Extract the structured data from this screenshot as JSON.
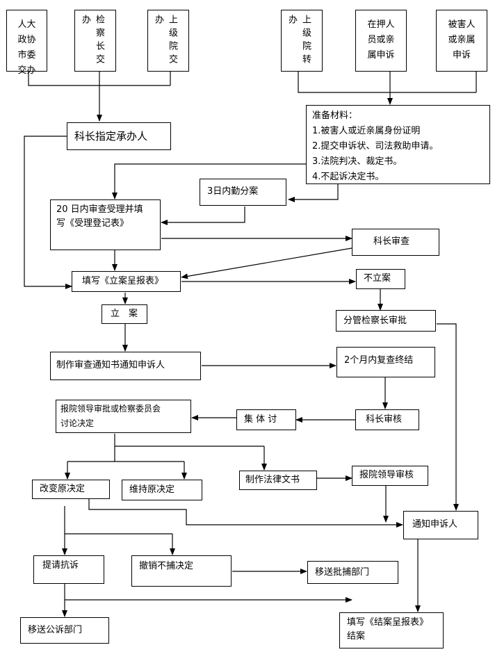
{
  "sources": {
    "renda": [
      "人大",
      "政协",
      "市委",
      "交办"
    ],
    "jiancha": "检察长交办",
    "shangji_jiao": "上级院交办",
    "shangji_zhuan": "上级院转办",
    "zaiya": [
      "在押人",
      "员或亲",
      "属申诉"
    ],
    "beihairen": [
      "被害人",
      "或亲属",
      "申诉"
    ]
  },
  "materials": {
    "title": "准备材料：",
    "items": [
      "1.被害人或近亲属身份证明",
      "2.提交申诉状、司法救助申请。",
      "3.法院判决、裁定书。",
      "4.不起诉决定书。"
    ]
  },
  "steps": {
    "kezhang_zhiding": "科长指定承办人",
    "fenan": "3日内勤分案",
    "shencha_line1": "20 日内审查受理并填",
    "shencha_line2": "写《受理登记表》",
    "kezhang_shencha": "科长审查",
    "tianxie_lian": "填写《立案呈报表》",
    "bu_lian": "不立案",
    "lian": "立　案",
    "fenguan": "分管检察长审批",
    "zhizuo_tongzhi": "制作审查通知书通知申诉人",
    "fucha": "2个月内复查终结",
    "baoyuan_line1": "报院领导审批或检察委员会",
    "baoyuan_line2": "讨论决定",
    "jiti": "集 体 讨",
    "kezhang_shenhe": "科长审核",
    "gaibian": "改变原决定",
    "weichi": "维持原决定",
    "falv": "制作法律文书",
    "baoyuan_shenhe": "报院领导审核",
    "tongzhi": "通知申诉人",
    "kangsu": "提请抗诉",
    "chexiao": "撤销不捕决定",
    "yisong_pibu": "移送批捕部门",
    "yisong_gongsu": "移送公诉部门",
    "jiean_line1": "填写《结案呈报表》",
    "jiean_line2": "结案"
  }
}
